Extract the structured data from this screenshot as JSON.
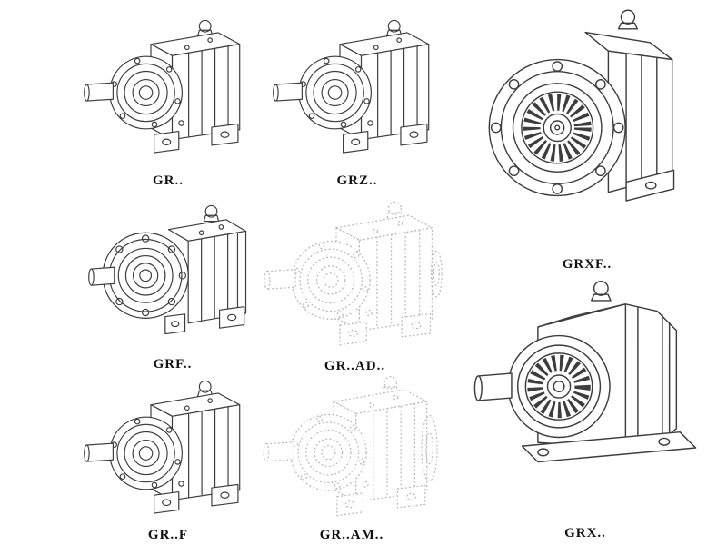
{
  "page": {
    "background_color": "#ffffff",
    "line_color": "#3d3d3d",
    "faint_line_color": "#b9b9b9",
    "description": "Catalog sheet of helical gear reducer technical drawings"
  },
  "figures": [
    {
      "id": "gr",
      "label": "GR..",
      "style": "solid",
      "type": "foot-mounted helical gear unit drawing"
    },
    {
      "id": "grz",
      "label": "GRZ..",
      "style": "solid",
      "type": "foot-mounted helical gear unit drawing"
    },
    {
      "id": "grxf",
      "label": "GRXF..",
      "style": "solid",
      "type": "flange-mounted gear unit drawing, large flange front"
    },
    {
      "id": "grf",
      "label": "GRF..",
      "style": "solid",
      "type": "flange foot gear unit drawing"
    },
    {
      "id": "grad",
      "label": "GR..AD..",
      "style": "faint",
      "type": "gear unit with adapter, faint dotted drawing"
    },
    {
      "id": "grff",
      "label": "GR..F",
      "style": "solid",
      "type": "foot-mounted helical gear unit drawing"
    },
    {
      "id": "gram",
      "label": "GR..AM..",
      "style": "faint",
      "type": "gear unit with motor flange, faint dotted drawing"
    },
    {
      "id": "grx",
      "label": "GRX..",
      "style": "solid",
      "type": "large foot-mounted gear unit drawing"
    }
  ]
}
